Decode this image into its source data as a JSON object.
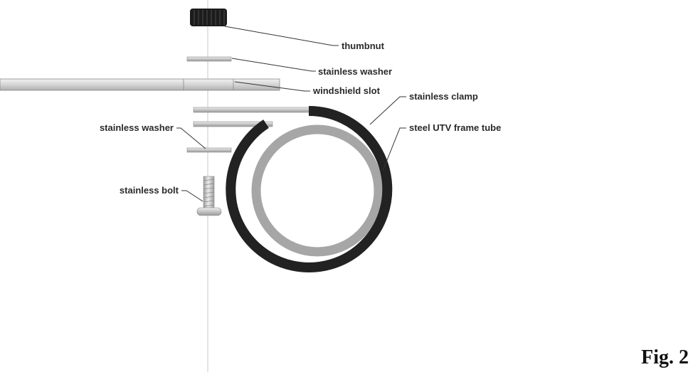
{
  "labels": {
    "thumbnut": "thumbnut",
    "washer_top": "stainless washer",
    "windshield_slot": "windshield slot",
    "clamp": "stainless clamp",
    "frame_tube": "steel UTV frame tube",
    "washer_bottom": "stainless washer",
    "bolt": "stainless bolt"
  },
  "figure_label": "Fig. 2",
  "colors": {
    "clamp": "#222222",
    "tube": "#a6a6a6",
    "washer": "#cccccc",
    "windshield": "#dadada",
    "thumbnut": "#1a1a1a",
    "axis": "#c8c8c8"
  }
}
